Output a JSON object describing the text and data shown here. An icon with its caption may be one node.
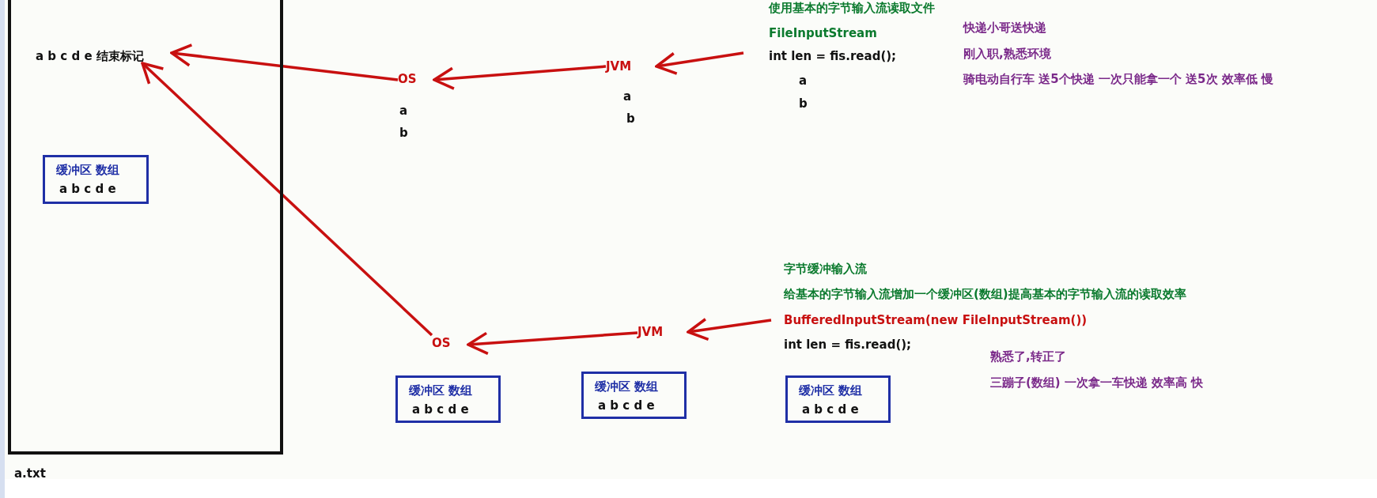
{
  "diagram": {
    "nodes": [
      {
        "text": [],
        "shape": "box",
        "beside": [
          "a.txt"
        ]
      },
      {
        "text": [
          "a b c d e 结束标记"
        ],
        "in": 0
      },
      {
        "text": [
          "缓冲区 数组",
          "a b c d e"
        ],
        "in": 0
      },
      {
        "text": [
          "OS"
        ],
        "beside": [
          "a",
          "b"
        ]
      },
      {
        "text": [
          "JVM"
        ],
        "beside": [
          "a",
          "b"
        ]
      },
      {
        "text": [
          "使用基本的字节输入流读取文件",
          "FileInputStream",
          "int len = fis.read();"
        ],
        "beside": [
          "a",
          "b"
        ]
      },
      {
        "text": [
          "OS"
        ]
      },
      {
        "text": [
          "JVM"
        ]
      },
      {
        "text": [
          "字节缓冲输入流",
          "给基本的字节输入流增加一个缓冲区(数组)提高基本的字节输入流的读取效率",
          "BufferedInputStream(new FileInputStream())",
          "int len = fis.read();"
        ]
      },
      {
        "text": [
          "缓冲区 数组",
          "a b c d e"
        ]
      },
      {
        "text": [
          "缓冲区 数组",
          "a b c d e"
        ]
      },
      {
        "text": [
          "缓冲区 数组",
          "a b c d e"
        ]
      }
    ],
    "edges": [
      {
        "from": 5,
        "to": 4,
        "arrow": "to"
      },
      {
        "from": 4,
        "to": 3,
        "arrow": "to"
      },
      {
        "from": 3,
        "to": 1,
        "arrow": "to"
      },
      {
        "from": 8,
        "to": 7,
        "arrow": "to"
      },
      {
        "from": 7,
        "to": 6,
        "arrow": "to"
      },
      {
        "from": 6,
        "to": 1,
        "arrow": "to"
      }
    ],
    "labels": [
      "快递小哥送快递",
      "刚入职,熟悉环境",
      "骑电动自行车  送5个快递 一次只能拿一个 送5次  效率低  慢",
      "熟悉了,转正了",
      "三蹦子(数组) 一次拿一车快递 效率高 快"
    ]
  }
}
